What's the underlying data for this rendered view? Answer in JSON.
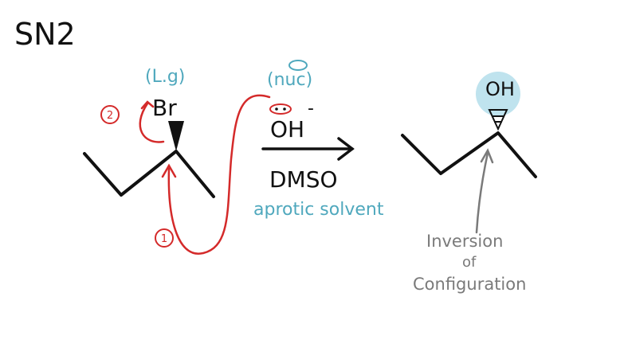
{
  "title": "SN2",
  "reactant": {
    "leaving_group_note": "(L.g)",
    "leaving_group": "Br",
    "step_1": "1",
    "step_2": "2"
  },
  "reagents": {
    "nucleophile_note": "(nuc)",
    "nucleophile": "OH",
    "charge": "-",
    "solvent": "DMSO",
    "solvent_note": "aprotic solvent"
  },
  "product": {
    "group": "OH",
    "note_line1": "Inversion",
    "note_line2": "of",
    "note_line3": "Configuration"
  },
  "colors": {
    "ink": "#111111",
    "red": "#d42a2a",
    "teal": "#4fa8bd",
    "highlight": "#bfe3ee",
    "gray": "#7a7a7a"
  }
}
